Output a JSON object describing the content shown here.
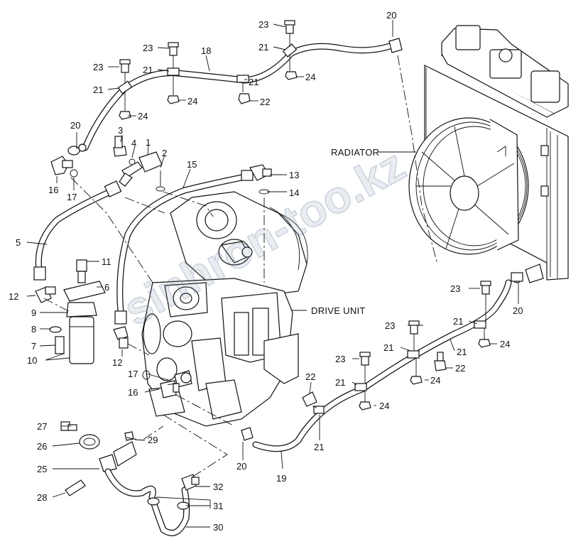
{
  "figure": {
    "watermark": "sinhron-too.kz",
    "labels": {
      "radiator": "RADIATOR",
      "drive_unit": "DRIVE UNIT"
    },
    "callouts": [
      {
        "id": "c20a",
        "text": "20"
      },
      {
        "id": "c23a",
        "text": "23"
      },
      {
        "id": "c21a",
        "text": "21"
      },
      {
        "id": "c24a",
        "text": "24"
      },
      {
        "id": "c23b",
        "text": "23"
      },
      {
        "id": "c18",
        "text": "18"
      },
      {
        "id": "c21b",
        "text": "21"
      },
      {
        "id": "c21c",
        "text": "21"
      },
      {
        "id": "c22a",
        "text": "22"
      },
      {
        "id": "c24b",
        "text": "24"
      },
      {
        "id": "c23c",
        "text": "23"
      },
      {
        "id": "c21d",
        "text": "21"
      },
      {
        "id": "c24c",
        "text": "24"
      },
      {
        "id": "c20b",
        "text": "20"
      },
      {
        "id": "c3",
        "text": "3"
      },
      {
        "id": "c4",
        "text": "4"
      },
      {
        "id": "c1",
        "text": "1"
      },
      {
        "id": "c2",
        "text": "2"
      },
      {
        "id": "c15",
        "text": "15"
      },
      {
        "id": "c13",
        "text": "13"
      },
      {
        "id": "c14",
        "text": "14"
      },
      {
        "id": "c16a",
        "text": "16"
      },
      {
        "id": "c17a",
        "text": "17"
      },
      {
        "id": "c5",
        "text": "5"
      },
      {
        "id": "c11",
        "text": "11"
      },
      {
        "id": "c6",
        "text": "6"
      },
      {
        "id": "c12a",
        "text": "12"
      },
      {
        "id": "c9",
        "text": "9"
      },
      {
        "id": "c8",
        "text": "8"
      },
      {
        "id": "c7",
        "text": "7"
      },
      {
        "id": "c10",
        "text": "10"
      },
      {
        "id": "c12b",
        "text": "12"
      },
      {
        "id": "c23d",
        "text": "23"
      },
      {
        "id": "c20c",
        "text": "20"
      },
      {
        "id": "c21e",
        "text": "21"
      },
      {
        "id": "c23e",
        "text": "23"
      },
      {
        "id": "c24d",
        "text": "24"
      },
      {
        "id": "c21f",
        "text": "21"
      },
      {
        "id": "c21g",
        "text": "21"
      },
      {
        "id": "c22b",
        "text": "22"
      },
      {
        "id": "c23f",
        "text": "23"
      },
      {
        "id": "c24e",
        "text": "24"
      },
      {
        "id": "c21h",
        "text": "21"
      },
      {
        "id": "c22c",
        "text": "22"
      },
      {
        "id": "c24f",
        "text": "24"
      },
      {
        "id": "c17b",
        "text": "17"
      },
      {
        "id": "c16b",
        "text": "16"
      },
      {
        "id": "c21i",
        "text": "21"
      },
      {
        "id": "c27",
        "text": "27"
      },
      {
        "id": "c29",
        "text": "29"
      },
      {
        "id": "c26",
        "text": "26"
      },
      {
        "id": "c20d",
        "text": "20"
      },
      {
        "id": "c25",
        "text": "25"
      },
      {
        "id": "c19",
        "text": "19"
      },
      {
        "id": "c32",
        "text": "32"
      },
      {
        "id": "c28",
        "text": "28"
      },
      {
        "id": "c31",
        "text": "31"
      },
      {
        "id": "c30",
        "text": "30"
      }
    ]
  }
}
